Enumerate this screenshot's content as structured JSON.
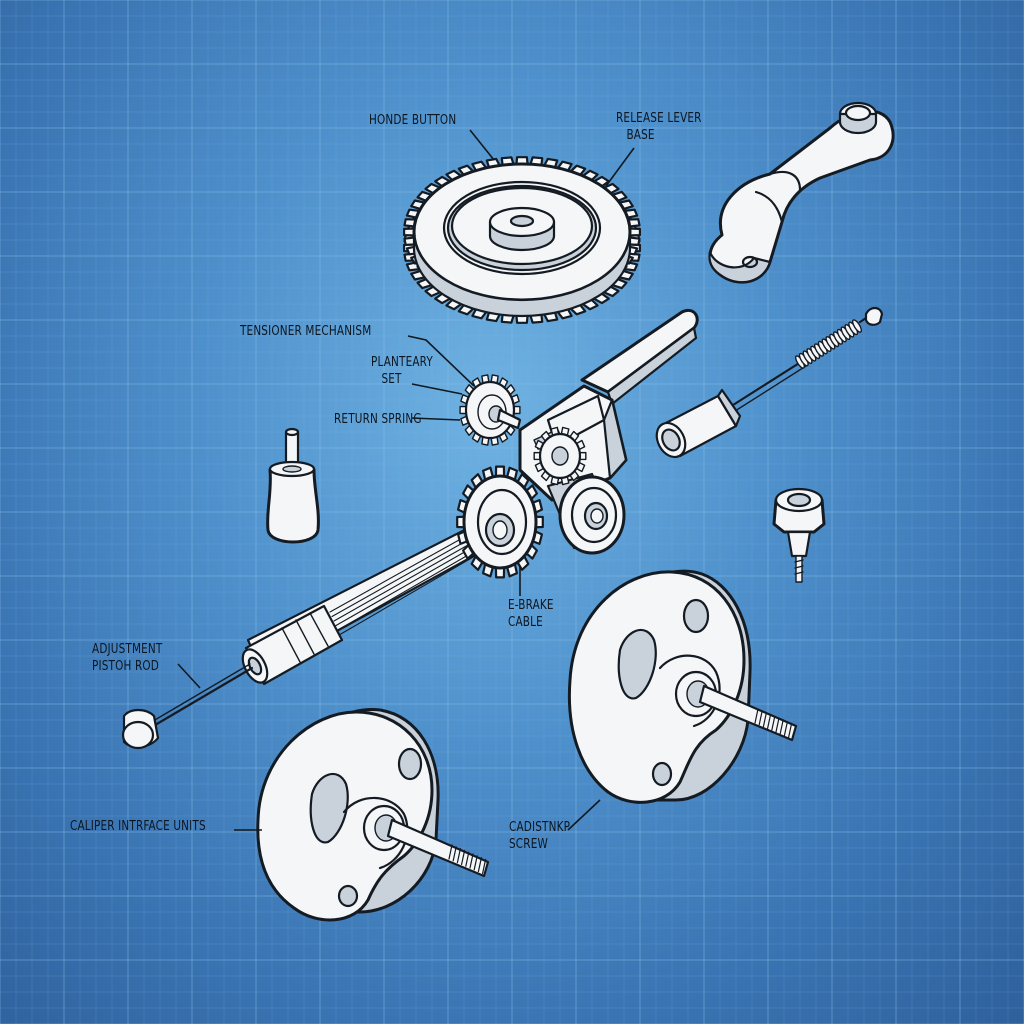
{
  "labels": {
    "honde_button": "HONDE BUTTON",
    "release_lever_base": "RELEASE LEVER\n   BASE",
    "tensioner_mechanism": "TENSIONER MECHANISM",
    "planteary_set": "PLANTEARY\n   SET",
    "return_spring": "RETURN SPRING",
    "e_brake_cable": "E-BRAKE\nCABLE",
    "adjustment_piston_rod": "ADJUSTMENT\nPISTOH ROD",
    "caliper_interface_units": "CALIPER INTRFACE UNITS",
    "cadistnkp_screw": "CADISTNKP\nSCREW"
  },
  "colors": {
    "background_center": "#6fb2e2",
    "background_edge": "#2e609c",
    "grid_line": "#8cc0ea",
    "part_fill": "#f4f6f8",
    "outline": "#151b22"
  }
}
